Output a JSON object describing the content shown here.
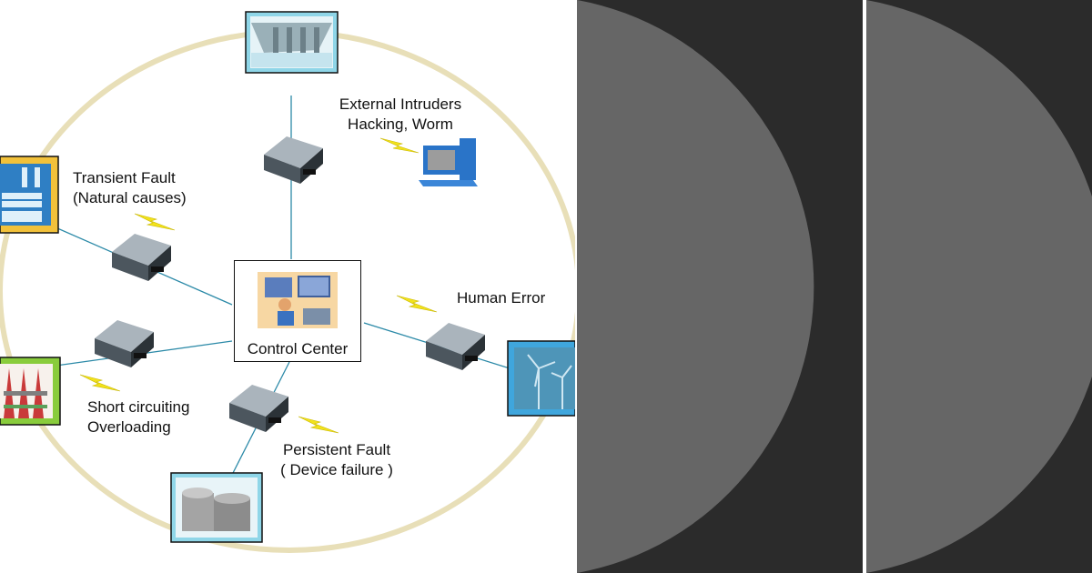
{
  "diagram": {
    "center": {
      "label": "Control Center"
    },
    "threats": {
      "external": "External Intruders\nHacking, Worm",
      "transient": "Transient Fault\n(Natural causes)",
      "human": "Human Error",
      "short": "Short circuiting\nOverloading",
      "persistent": "Persistent Fault\n( Device failure )"
    }
  },
  "colors": {
    "ring": "#e8dfb8",
    "link": "#2c8aa8",
    "bolt": "#f2e21c",
    "panel_dark": "#2b2b2b",
    "panel_circle": "#666666"
  }
}
